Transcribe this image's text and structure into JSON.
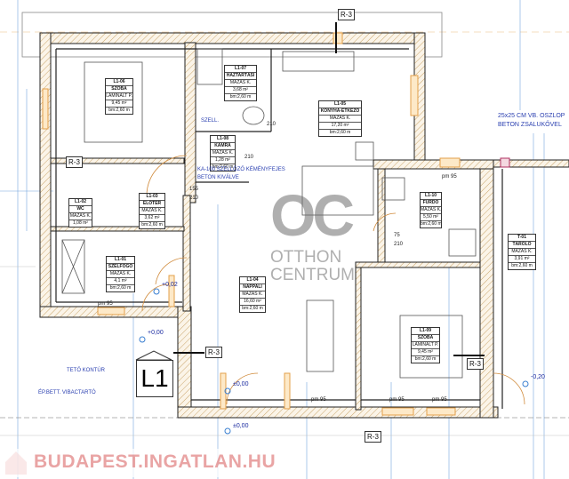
{
  "rooms": [
    {
      "code": "L1-06",
      "name": "SZOBA",
      "floor": "LAMINÁLT P.",
      "area": "9,45 m²",
      "height": "bm:2,60 m"
    },
    {
      "code": "L1-07",
      "name": "HÁZTARTÁSI",
      "floor": "MÁZAS K.",
      "area": "3,68 m²",
      "height": "bm:2,60 m"
    },
    {
      "code": "L1-08",
      "name": "KAMRA",
      "floor": "MÁZAS K.",
      "area": "1,28 m²",
      "height": "bm:2,60 m"
    },
    {
      "code": "L1-05",
      "name": "KONYHA-ÉTKEZŐ",
      "floor": "MÁZAS K.",
      "area": "17,20 m²",
      "height": "bm:2,60 m"
    },
    {
      "code": "L1-03",
      "name": "ELŐTÉR",
      "floor": "MÁZAS K.",
      "area": "3,62 m²",
      "height": "bm:2,60 m"
    },
    {
      "code": "L1-02",
      "name": "WC",
      "floor": "MÁZAS K.",
      "area": "1,08 m²",
      "height": ""
    },
    {
      "code": "L1-10",
      "name": "FÜRDŐ",
      "floor": "MÁZAS K.",
      "area": "5,50 m²",
      "height": "bm:2,60 m"
    },
    {
      "code": "T-01",
      "name": "TÁROLÓ",
      "floor": "MÁZAS K.",
      "area": "3,91 m²",
      "height": "bm:2,60 m"
    },
    {
      "code": "L1-01",
      "name": "SZÉLFOGÓ",
      "floor": "MÁZAS K.",
      "area": "4,1 m²",
      "height": "bm:2,60 m"
    },
    {
      "code": "L1-04",
      "name": "NAPPALI",
      "floor": "MÁZAS K.",
      "area": "16,60 m²",
      "height": "bm:2,60 m"
    },
    {
      "code": "L1-09",
      "name": "SZOBA",
      "floor": "LAMINÁLT P.",
      "area": "9,45 m²",
      "height": "bm:2,60 m"
    }
  ],
  "section_tags": [
    "R-3",
    "R-3",
    "R-3",
    "R-3",
    "R-3"
  ],
  "notes": {
    "szell": "SZELL.",
    "ka100_line1": "KA-100 SZELLŐZŐ KÉMÉNYFEJES",
    "ka100_line2": "BETON KIVÁLVE",
    "column_line1": "25x25 CM VB. OSZLOP",
    "column_line2": "BETON ZSALUKŐVEL",
    "roof": "TETŐ KONTÚR",
    "beam": "ÉP.BETT. VIBACTARTÓ"
  },
  "levels": [
    "+0,02",
    "+0,00",
    "±0,00",
    "±0,00",
    "-0,20"
  ],
  "dims": [
    "pm 95",
    "pm 95",
    "pm 95",
    "pm 95",
    "pm 95",
    "210",
    "210",
    "155",
    "210",
    "75",
    "210"
  ],
  "floor_label": "L1",
  "watermark": {
    "logo": "OC",
    "line1": "OTTHON",
    "line2": "CENTRUM"
  },
  "brand": "BUDAPEST.INGATLAN.HU",
  "colors": {
    "wall_hatch": "#c9a56b",
    "window": "#e3a04a",
    "dim_line": "#3a7fd0",
    "brand": "#d75a5a"
  }
}
